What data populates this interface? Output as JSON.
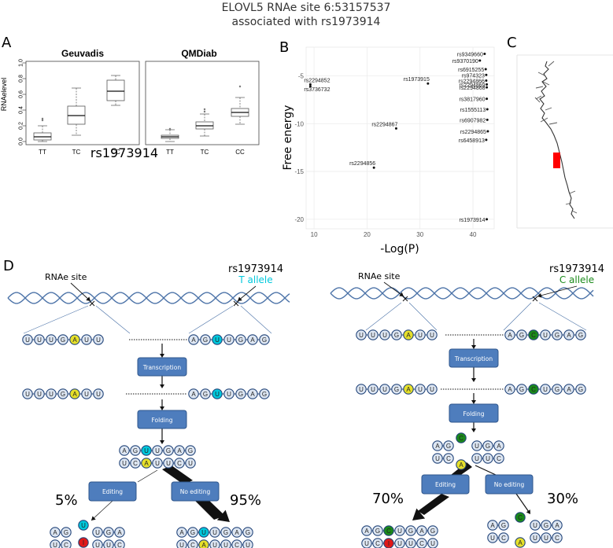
{
  "figure": {
    "title_line1": "ELOVL5 RNAe site 6:53157537",
    "title_line2": "associated with rs1973914",
    "panel_labels": {
      "A": "A",
      "B": "B",
      "C": "C",
      "D": "D"
    }
  },
  "panel_a": {
    "ylabel": "RNAelevel",
    "xlabel": "rs1973914",
    "yticks": [
      "0.0",
      "0.2",
      "0.4",
      "0.6",
      "0.8",
      "1.0"
    ],
    "facets": [
      {
        "title": "Geuvadis",
        "groups": [
          "TT",
          "TC",
          "CC"
        ],
        "boxes": [
          {
            "min": 0.0,
            "q1": 0.02,
            "median": 0.06,
            "q3": 0.11,
            "max": 0.2,
            "outliers": [
              0.27,
              0.29
            ]
          },
          {
            "min": 0.08,
            "q1": 0.22,
            "median": 0.33,
            "q3": 0.45,
            "max": 0.68,
            "outliers": []
          },
          {
            "min": 0.46,
            "q1": 0.52,
            "median": 0.64,
            "q3": 0.78,
            "max": 0.84,
            "outliers": []
          }
        ]
      },
      {
        "title": "QMDiab",
        "groups": [
          "TT",
          "TC",
          "CC"
        ],
        "boxes": [
          {
            "min": 0.0,
            "q1": 0.04,
            "median": 0.06,
            "q3": 0.08,
            "max": 0.15,
            "outliers": [
              0.16
            ]
          },
          {
            "min": 0.07,
            "q1": 0.16,
            "median": 0.2,
            "q3": 0.25,
            "max": 0.35,
            "outliers": [
              0.38,
              0.41
            ]
          },
          {
            "min": 0.22,
            "q1": 0.32,
            "median": 0.37,
            "q3": 0.42,
            "max": 0.56,
            "outliers": [
              0.7
            ]
          }
        ]
      }
    ]
  },
  "chart_data": {
    "type": "scatter",
    "xlabel": "-Log(P)",
    "ylabel": "Free energy",
    "xlim": [
      8.5,
      44
    ],
    "ylim": [
      -21,
      -2
    ],
    "xticks": [
      10,
      20,
      30,
      40
    ],
    "yticks": [
      -5,
      -10,
      -15,
      -20
    ],
    "grid": true,
    "points": [
      {
        "label": "rs9349660",
        "x": 42.2,
        "y": -2.7
      },
      {
        "label": "rs9370190",
        "x": 41.3,
        "y": -3.4
      },
      {
        "label": "rs6915255",
        "x": 42.4,
        "y": -4.3
      },
      {
        "label": "rs974323",
        "x": 42.5,
        "y": -4.9
      },
      {
        "label": "rs2294866",
        "x": 42.5,
        "y": -5.5
      },
      {
        "label": "rs2294869",
        "x": 42.6,
        "y": -5.9
      },
      {
        "label": "rs2294868",
        "x": 42.6,
        "y": -6.2
      },
      {
        "label": "rs3817960",
        "x": 42.6,
        "y": -7.4
      },
      {
        "label": "rs1555113",
        "x": 42.7,
        "y": -8.5
      },
      {
        "label": "rs6907982",
        "x": 42.7,
        "y": -9.6
      },
      {
        "label": "rs2294865",
        "x": 42.8,
        "y": -10.8
      },
      {
        "label": "rs6458913",
        "x": 42.5,
        "y": -11.7
      },
      {
        "label": "rs1973915",
        "x": 31.5,
        "y": -5.8
      },
      {
        "label": "rs2294852",
        "x": 9.3,
        "y": -5.9
      },
      {
        "label": "rs3736732",
        "x": 9.3,
        "y": -6.1
      },
      {
        "label": "rs2294867",
        "x": 25.5,
        "y": -10.5
      },
      {
        "label": "rs2294856",
        "x": 21.3,
        "y": -14.6
      },
      {
        "label": "rs1973914",
        "x": 42.6,
        "y": -20.0
      }
    ]
  },
  "panel_d": {
    "left": {
      "rnae_label": "RNAe site",
      "snp_label": "rs1973914",
      "allele_label": "T allele",
      "allele_color": "#00c8dc",
      "step1": "Transcription",
      "step2": "Folding",
      "branch_editing": "Editing",
      "branch_no_editing": "No editing",
      "pct_editing": "5%",
      "pct_no_editing": "95%"
    },
    "right": {
      "rnae_label": "RNAe site",
      "snp_label": "rs1973914",
      "allele_label": "C allele",
      "allele_color": "#1a8a1a",
      "step1": "Transcription",
      "step2": "Folding",
      "branch_editing": "Editing",
      "branch_no_editing": "No editing",
      "pct_editing": "70%",
      "pct_no_editing": "30%"
    },
    "nucleotides": {
      "rnae_site_row": [
        "U",
        "U",
        "U",
        "G",
        "A",
        "U",
        "U"
      ],
      "snp_row_left": [
        "A",
        "G",
        "U",
        "U",
        "G",
        "A",
        "G"
      ],
      "snp_row_right": [
        "A",
        "G",
        "C",
        "U",
        "G",
        "A",
        "G"
      ]
    },
    "colors": {
      "edited_base": "#e01818",
      "a_base": "#e6e02a",
      "node_fill": "#dde6f2",
      "node_stroke": "#23457a",
      "box_fill": "#4e7dbd",
      "helix": "#4c73a8"
    }
  }
}
